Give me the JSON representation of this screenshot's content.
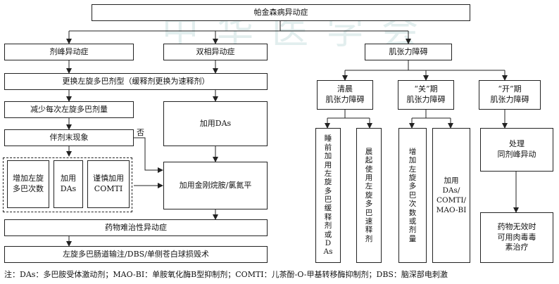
{
  "nodes": {
    "root": "帕金森病异动症",
    "peak": "剂峰异动症",
    "biphasic": "双相异动症",
    "dystonia": "肌张力障碍",
    "switch": "更换左旋多巴剂型（缓释剂更换为速释剂）",
    "reduce": "减少每次左旋多巴剂量",
    "wearing_off": "伴剂末现象",
    "inc_freq": "增加左旋\n多巴次数",
    "add_das_small": "加用\nDAs",
    "comti": "谨慎加用\nCOMTI",
    "add_das": "加用DAs",
    "amantadine": "加用金刚烷胺/氯氮平",
    "refractory": "药物难治性异动症",
    "final": "左旋多巴肠道输注/DBS/单侧苍白球损毁术",
    "early_morning": "清晨\n肌张力障碍",
    "off_period": "“关”期\n肌张力障碍",
    "on_period": "“开”期\n肌张力障碍",
    "bedtime": "睡前加用左旋多巴缓释剂或DAs",
    "morning_fast": "晨起使用左旋多巴速释剂",
    "inc_dose": "增加左旋多巴次数或剂量",
    "add_multi": "加用\nDAs/\nCOMTI/\nMAO-BI",
    "treat_peak": "处理\n同剂峰异动",
    "botulinum": "药物无效时\n可用肉毒毒\n素治疗"
  },
  "edge_labels": {
    "no": "否"
  },
  "note": "注：DAs：多巴胺受体激动剂；MAO-BI：单胺氧化酶B型抑制剂；COMTI：儿茶酚-O-甲基转移酶抑制剂；DBS：脑深部电刺激",
  "watermark": "中华医学会"
}
